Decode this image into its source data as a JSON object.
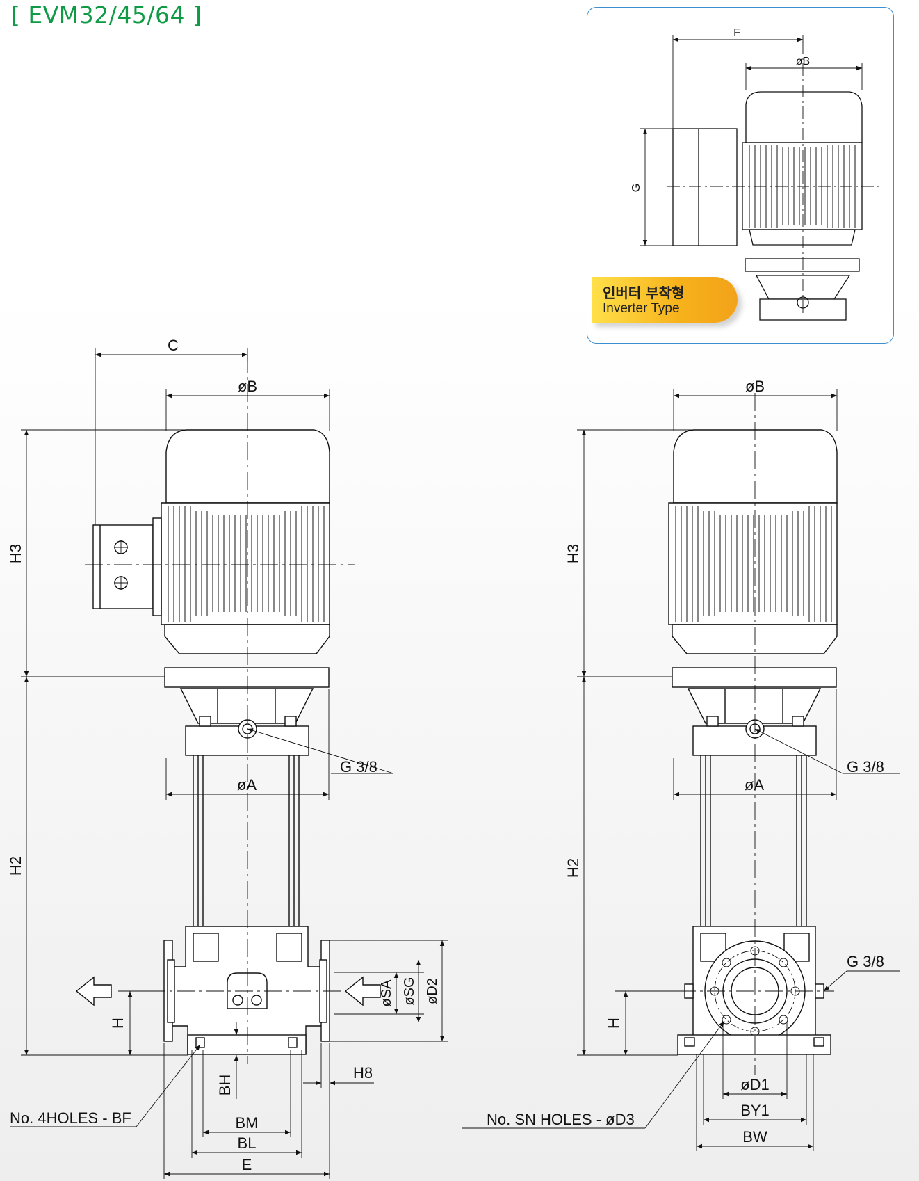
{
  "title": "[ EVM32/45/64 ]",
  "inset": {
    "label_ko": "인버터 부착형",
    "label_en": "Inverter Type",
    "dims": {
      "F": "F",
      "B": "øB",
      "G": "G"
    }
  },
  "front_view": {
    "dims": {
      "C": "C",
      "B": "øB",
      "A": "øA",
      "G38": "G 3/8",
      "H3": "H3",
      "H2": "H2",
      "H": "H",
      "BH": "BH",
      "H8": "H8",
      "SA": "øSA",
      "SG": "øSG",
      "D2": "øD2",
      "BM": "BM",
      "BL": "BL",
      "E": "E",
      "holes": "No. 4HOLES - BF"
    }
  },
  "side_view": {
    "dims": {
      "B": "øB",
      "A": "øA",
      "G38_top": "G 3/8",
      "G38_side": "G 3/8",
      "H3": "H3",
      "H2": "H2",
      "H": "H",
      "D1": "øD1",
      "BY1": "BY1",
      "BW": "BW",
      "holes": "No. SN HOLES - øD3"
    }
  },
  "colors": {
    "title": "#0f9a45",
    "inset_border": "#3b8fd0",
    "badge_start": "#ffe04a",
    "badge_end": "#f2a21a"
  }
}
